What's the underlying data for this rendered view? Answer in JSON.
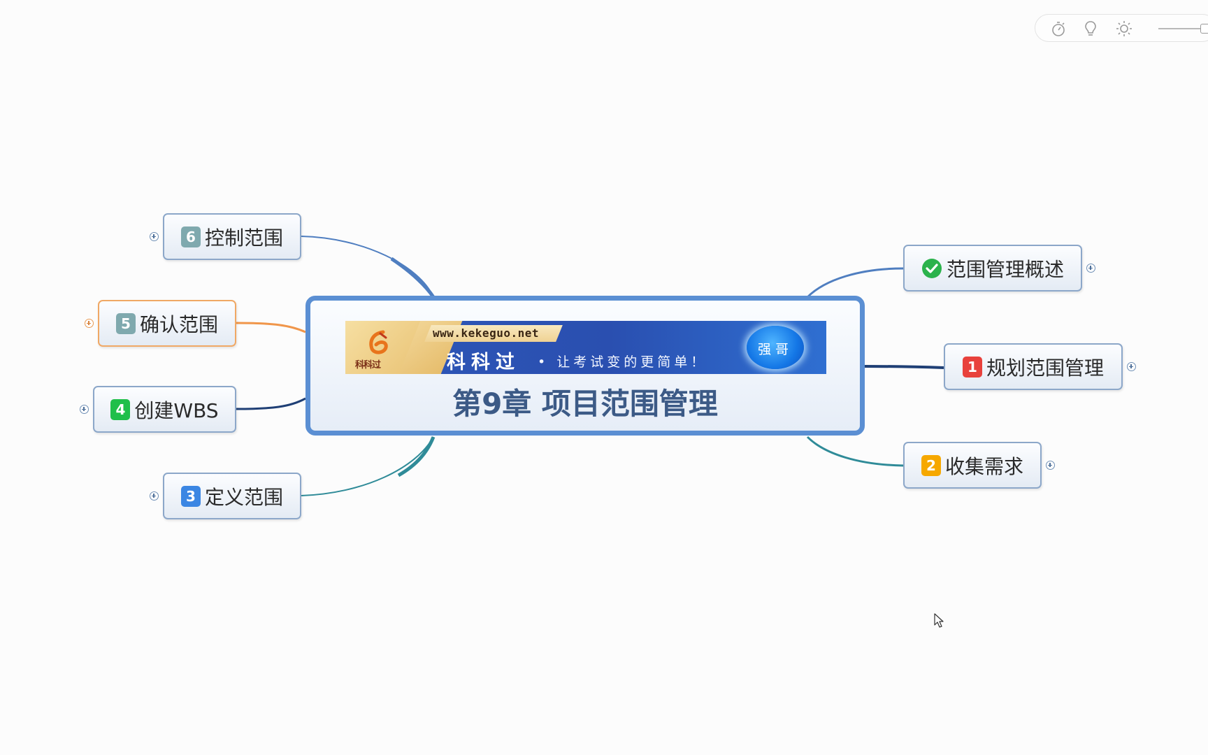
{
  "toolbar": {
    "icons": [
      "stopwatch-icon",
      "lightbulb-icon",
      "brightness-icon"
    ],
    "zoom_slider_fill": 1.0
  },
  "central_topic": {
    "banner": {
      "logo_text": "科科过",
      "url": "www.kekeguo.net",
      "brand": "科科过",
      "slogan": "• 让考试变的更简单！",
      "badge": "强哥"
    },
    "title": "第9章 项目范围管理"
  },
  "topics": {
    "overview": {
      "label": "范围管理概述",
      "marker": "check",
      "marker_color": "#2bb24c"
    },
    "plan": {
      "label": "规划范围管理",
      "marker": "1",
      "marker_color": "#e8413c"
    },
    "collect": {
      "label": "收集需求",
      "marker": "2",
      "marker_color": "#f6a800"
    },
    "define": {
      "label": "定义范围",
      "marker": "3",
      "marker_color": "#3b86e3"
    },
    "wbs": {
      "label": "创建WBS",
      "marker": "4",
      "marker_color": "#1fbf4a"
    },
    "validate": {
      "label": "确认范围",
      "marker": "5",
      "marker_color": "#7fa9ae"
    },
    "control": {
      "label": "控制范围",
      "marker": "6",
      "marker_color": "#7fa9ae"
    }
  },
  "colors": {
    "central_border": "#5b8fd3",
    "branch_blue": "#4f7ec0",
    "branch_navy": "#1f3f75",
    "branch_teal": "#2f8b98",
    "branch_orange": "#f0964a"
  }
}
